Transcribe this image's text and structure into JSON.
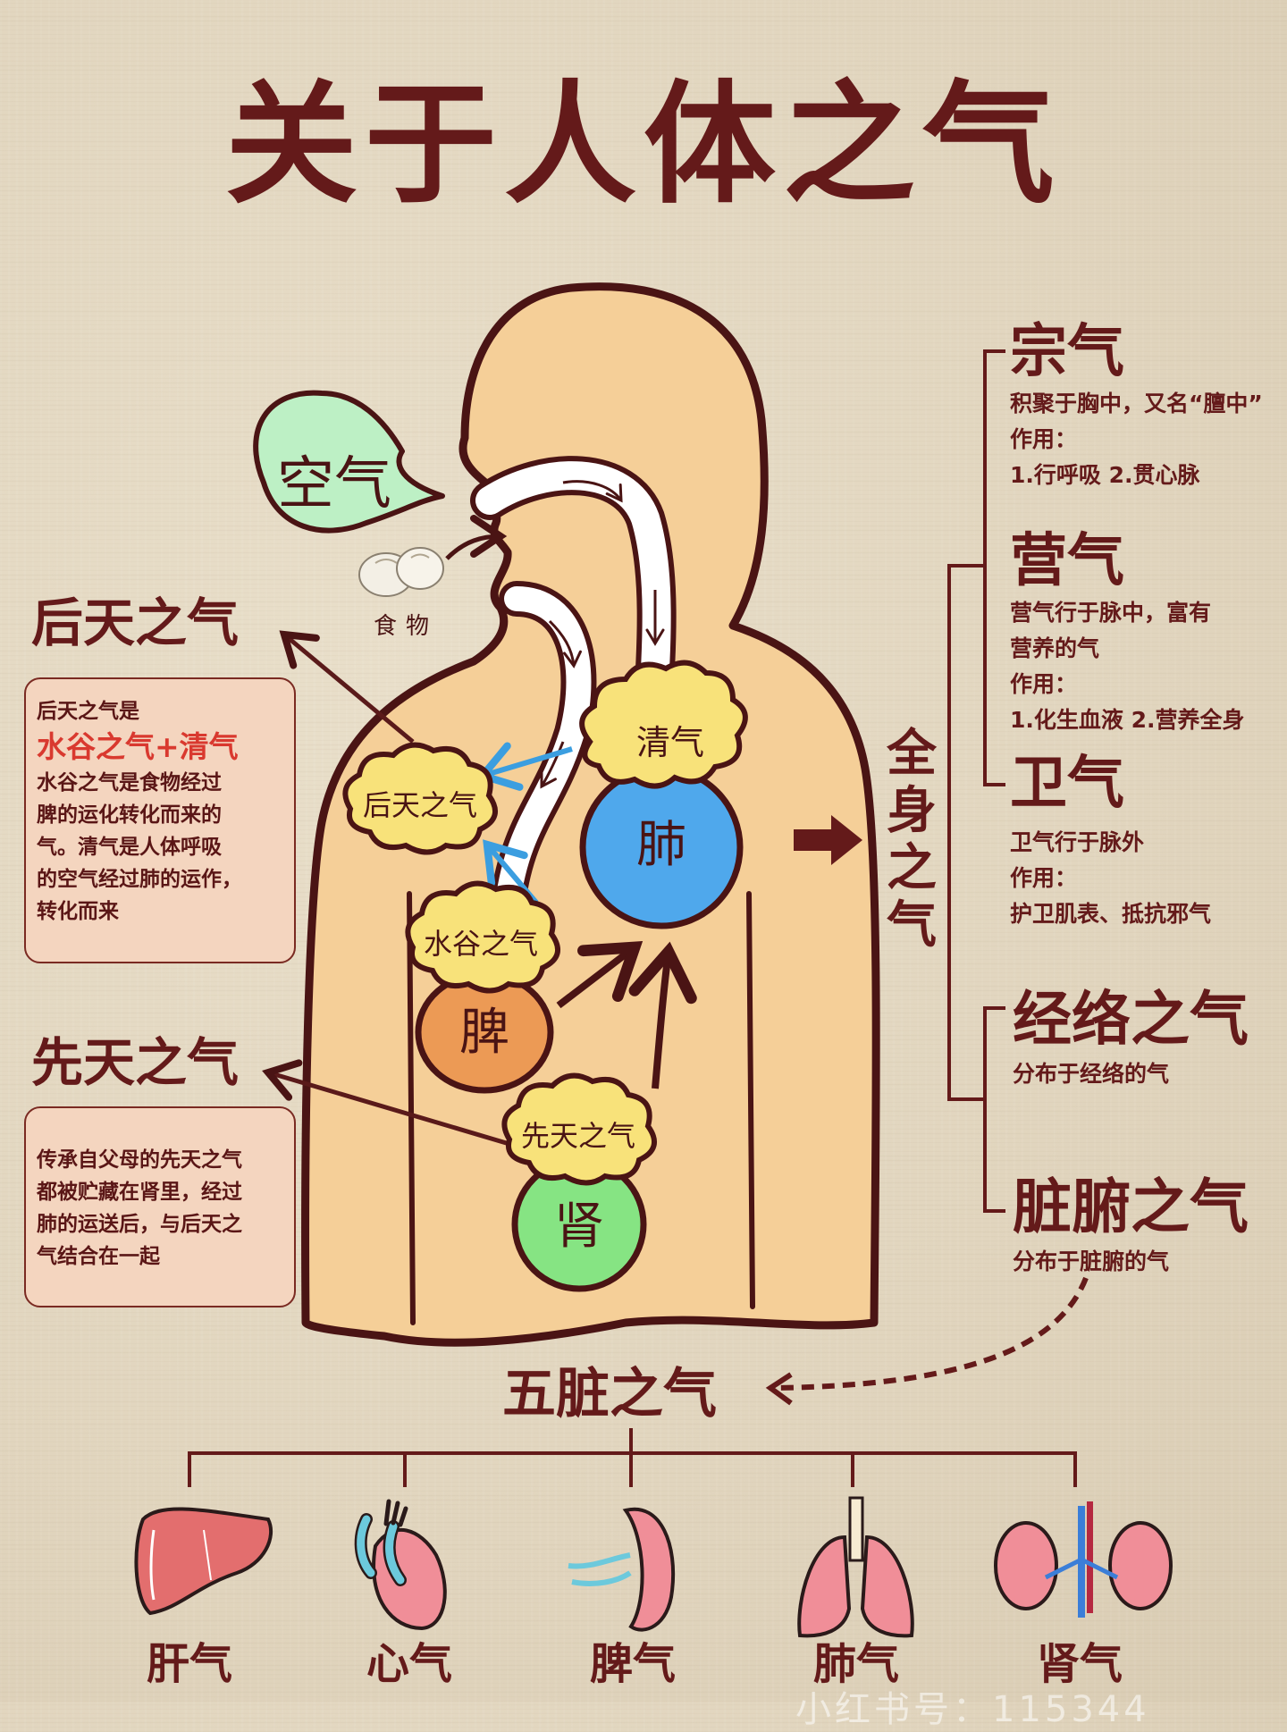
{
  "title": "关于人体之气",
  "colors": {
    "primary_text": "#641a1a",
    "highlight_red": "#d9392f",
    "body_fill": "#f5cf98",
    "outline": "#4a1414",
    "lung_blue": "#4fa8ec",
    "spleen_orange": "#ec9a55",
    "kidney_green": "#86e483",
    "cloud_yellow": "#f8e27a",
    "air_bubble": "#bdf0c5",
    "infobox_bg": "#f4d5bf",
    "arrow_blue": "#3b9ee0"
  },
  "diagram": {
    "air_bubble": "空气",
    "food_label": "食物",
    "clouds": {
      "qingqi": "清气",
      "houtian": "后天之气",
      "shuigu": "水谷之气",
      "xiantian": "先天之气"
    },
    "organs": {
      "lung": "肺",
      "spleen": "脾",
      "kidney": "肾"
    }
  },
  "left_panel": {
    "houtian": {
      "heading": "后天之气",
      "line1": "后天之气是",
      "highlight": "水谷之气+清气",
      "body_lines": [
        "水谷之气是食物经过",
        "脾的运化转化而来的",
        "气。清气是人体呼吸",
        "的空气经过肺的运作，",
        "转化而来"
      ]
    },
    "xiantian": {
      "heading": "先天之气",
      "body_lines": [
        "传承自父母的先天之气",
        "都被贮藏在肾里，经过",
        "肺的运送后，与后天之",
        "气结合在一起"
      ]
    }
  },
  "whole_body": {
    "label_chars": [
      "全",
      "身",
      "之",
      "气"
    ],
    "items": [
      {
        "heading": "宗气",
        "lines": [
          "积聚于胸中，又名“膻中”",
          "作用：",
          "1.行呼吸 2.贯心脉"
        ]
      },
      {
        "heading": "营气",
        "lines": [
          "营气行于脉中，富有",
          "营养的气",
          "作用：",
          "1.化生血液 2.营养全身"
        ]
      },
      {
        "heading": "卫气",
        "lines": [
          "卫气行于脉外",
          "作用：",
          "护卫肌表、抵抗邪气"
        ]
      },
      {
        "heading": "经络之气",
        "lines": [
          "分布于经络的气"
        ]
      },
      {
        "heading": "脏腑之气",
        "lines": [
          "分布于脏腑的气"
        ]
      }
    ]
  },
  "five_organs": {
    "heading": "五脏之气",
    "items": [
      {
        "icon": "liver-icon",
        "label": "肝气"
      },
      {
        "icon": "heart-icon",
        "label": "心气"
      },
      {
        "icon": "spleen-icon",
        "label": "脾气"
      },
      {
        "icon": "lungs-icon",
        "label": "肺气"
      },
      {
        "icon": "kidneys-icon",
        "label": "肾气"
      }
    ]
  },
  "watermark": "小红书号：115344"
}
